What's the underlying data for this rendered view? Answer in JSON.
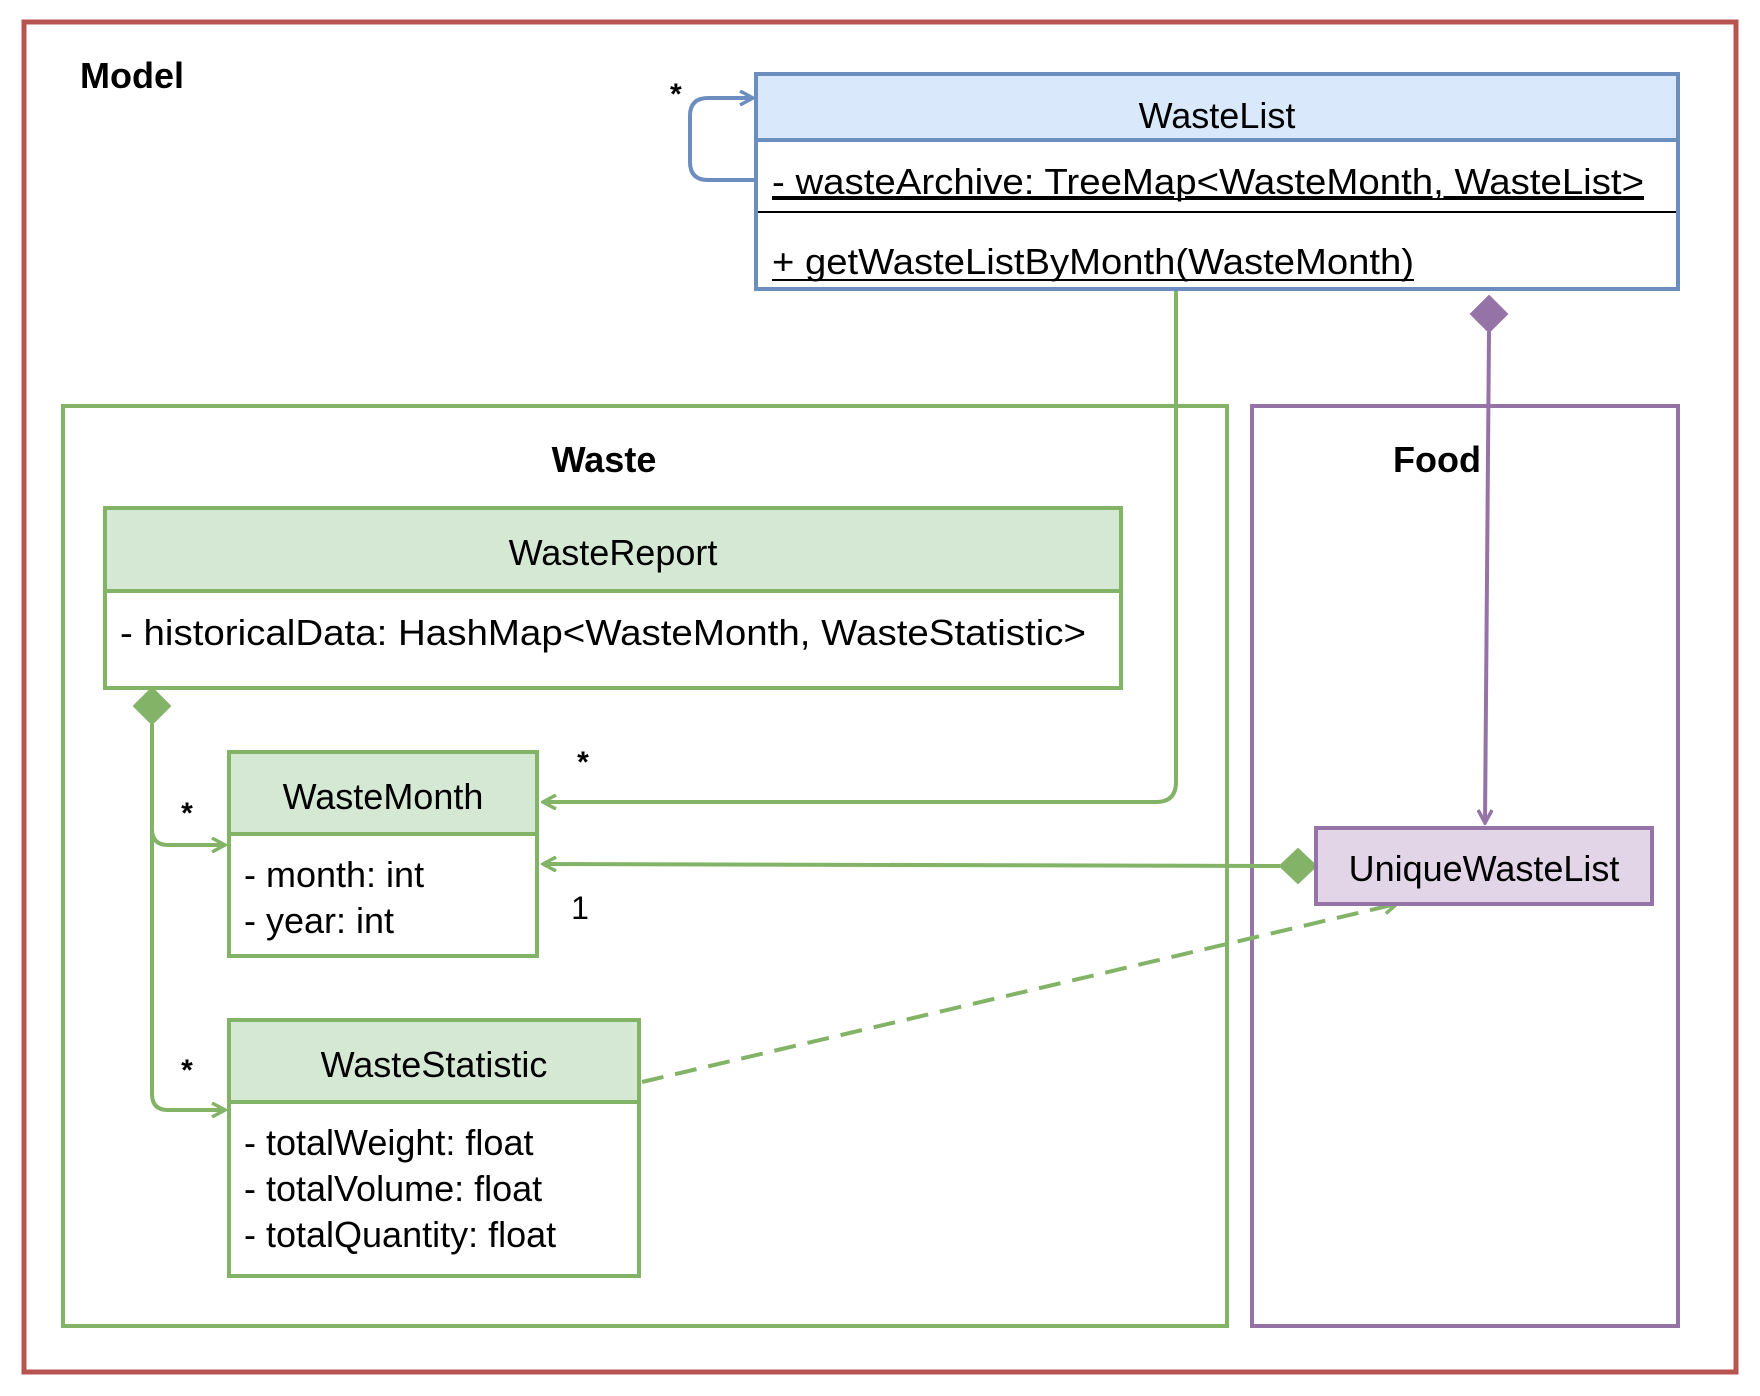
{
  "colors": {
    "model_border": "#b85450",
    "green_border": "#82b366",
    "green_fill": "#d5e8d4",
    "blue_border": "#6c8ebf",
    "blue_fill": "#dae8fc",
    "purple_border": "#9673a6",
    "purple_fill": "#e1d5e7"
  },
  "packages": {
    "model": {
      "title": "Model"
    },
    "waste": {
      "title": "Waste"
    },
    "food": {
      "title": "Food"
    }
  },
  "classes": {
    "waste_list": {
      "name": "WasteList",
      "attribute": "- wasteArchive: TreeMap<WasteMonth, WasteList>",
      "method": "+ getWasteListByMonth(WasteMonth)"
    },
    "waste_report": {
      "name": "WasteReport",
      "attribute": "- historicalData: HashMap<WasteMonth, WasteStatistic>"
    },
    "waste_month": {
      "name": "WasteMonth",
      "attributes": [
        "- month: int",
        "- year: int"
      ]
    },
    "waste_statistic": {
      "name": "WasteStatistic",
      "attributes": [
        "- totalWeight: float",
        "- totalVolume: float",
        "- totalQuantity: float"
      ]
    },
    "unique_waste_list": {
      "name": "UniqueWasteList"
    }
  },
  "multiplicities": {
    "self_assoc": "*",
    "wastelist_to_month": "*",
    "report_to_month": "*",
    "report_to_statistic": "*",
    "unique_to_month": "1"
  },
  "icons": {
    "composition": "diamond-icon",
    "navigable_end": "open-arrow-icon"
  }
}
